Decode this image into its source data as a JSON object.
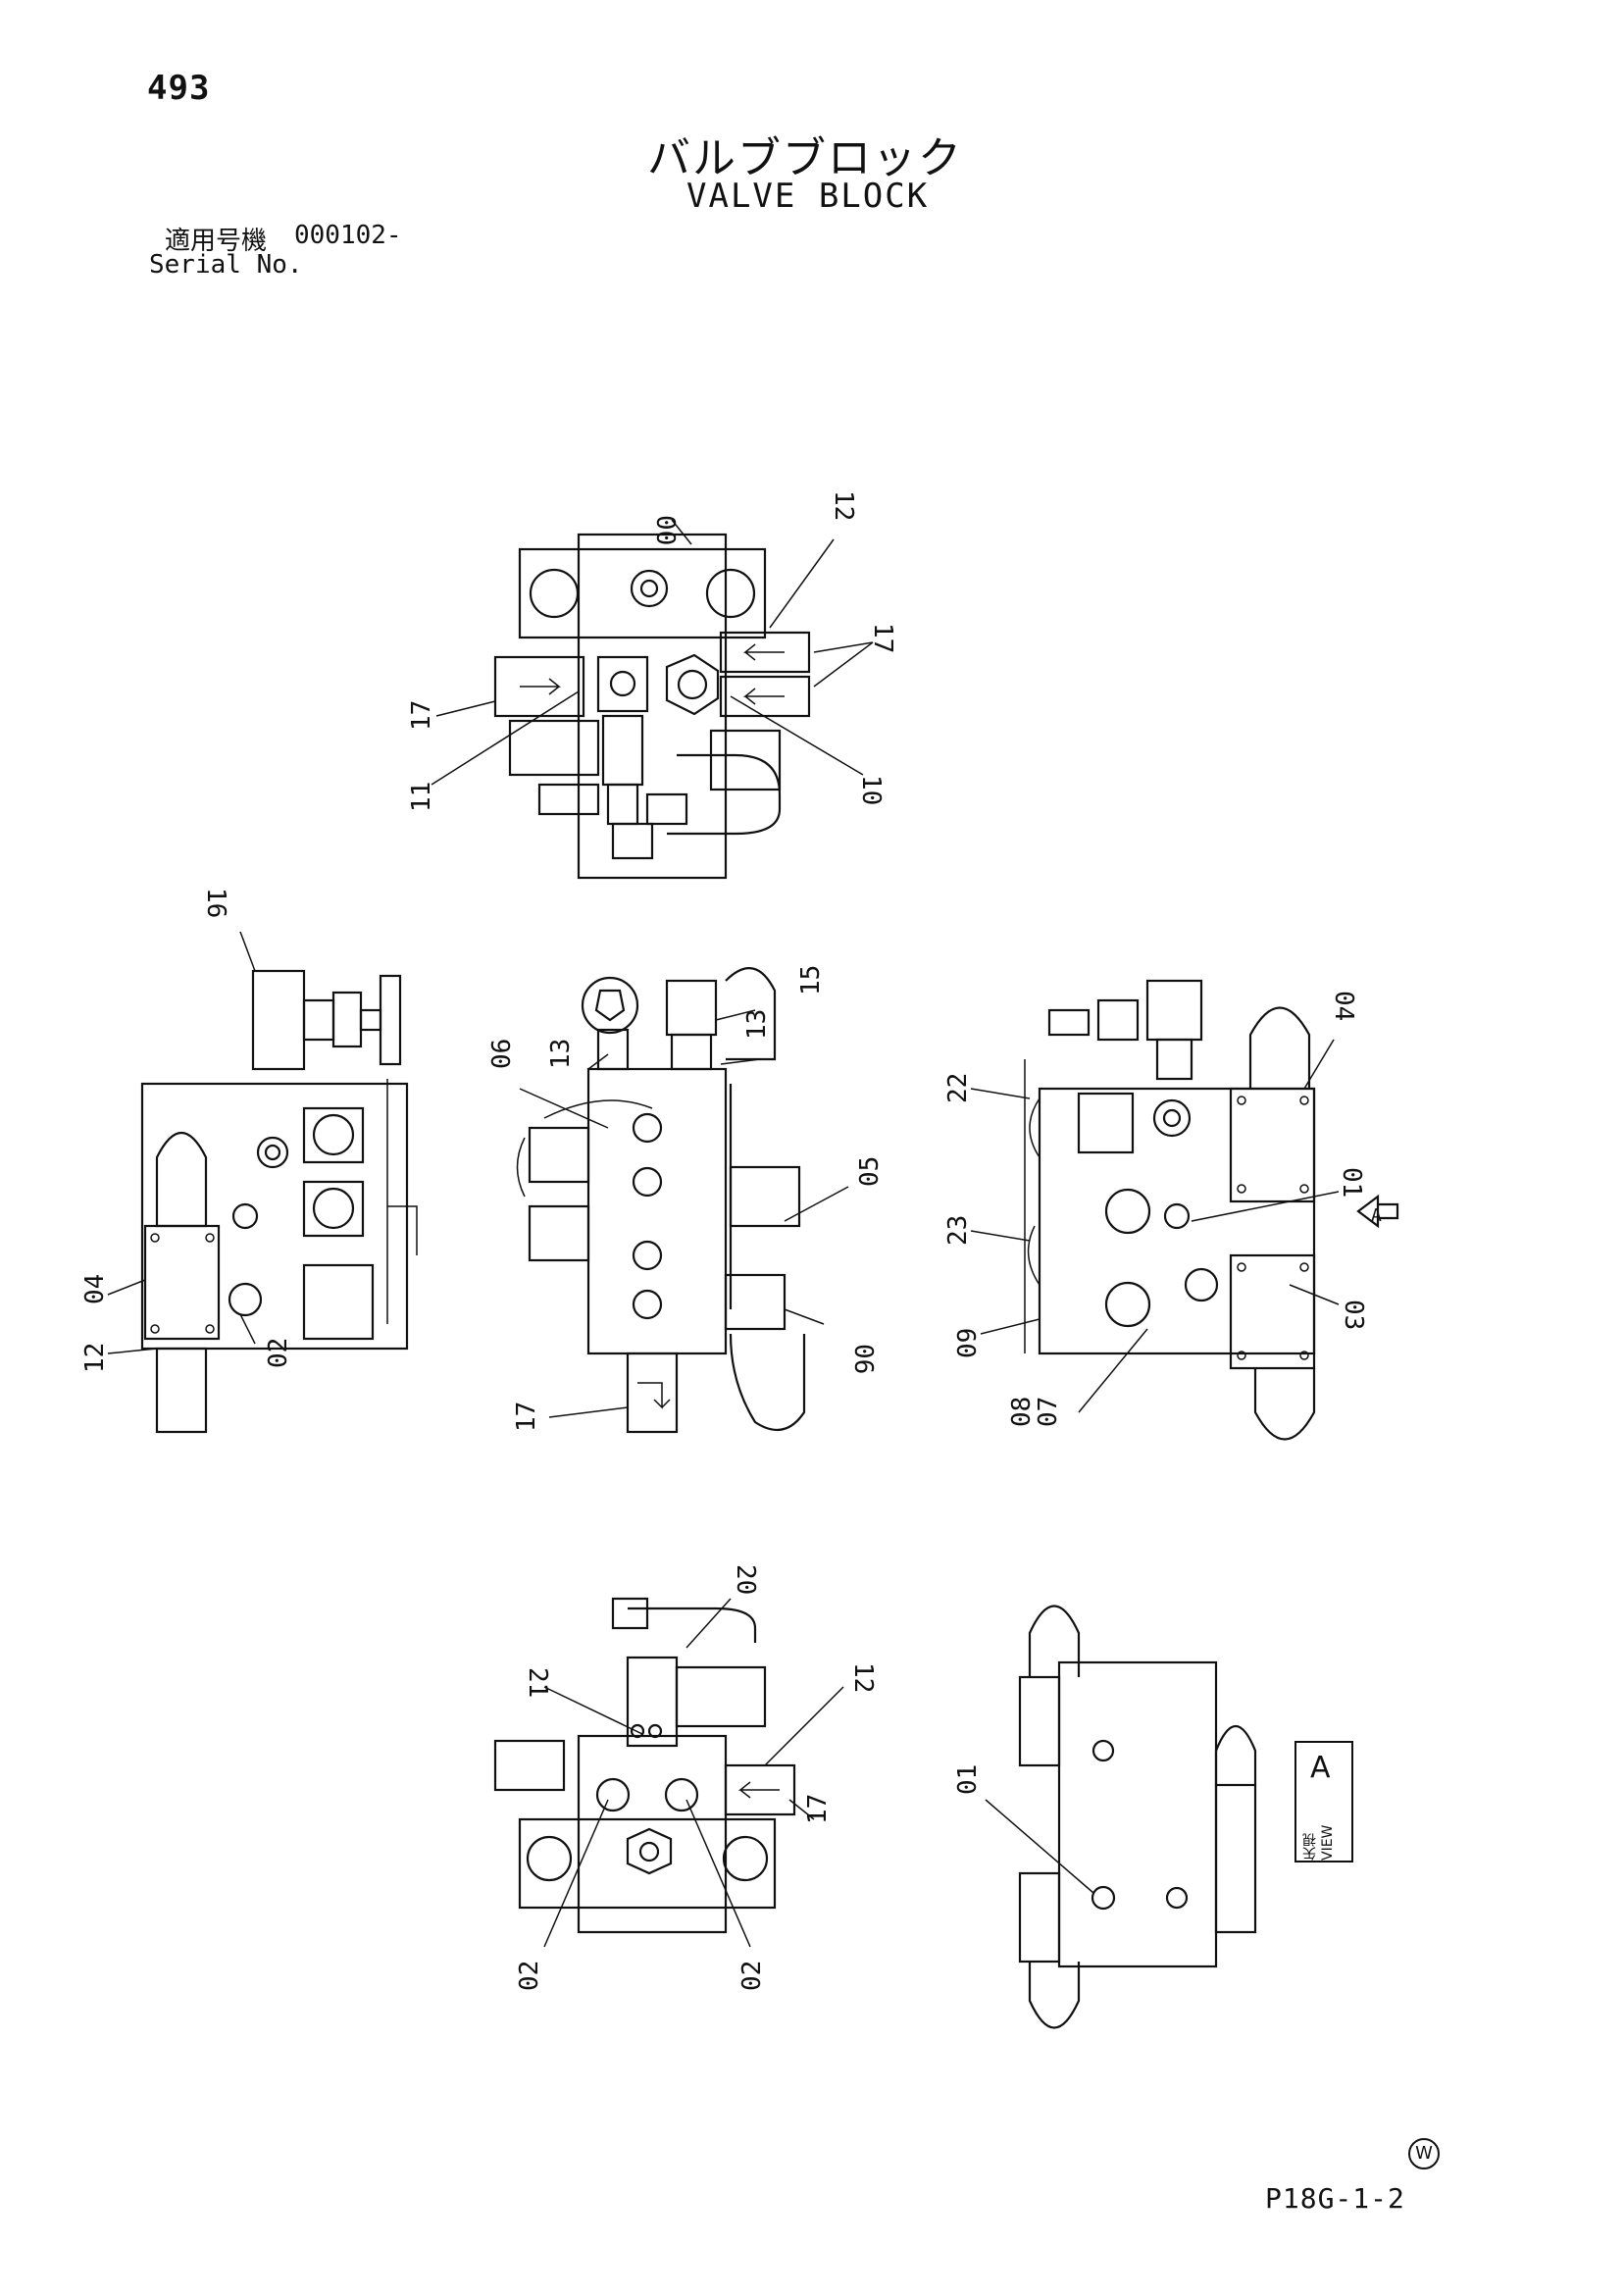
{
  "page_number": "493",
  "title_jp": "バルブブロック",
  "title_en": "VALVE BLOCK",
  "serial": {
    "label_jp": "適用号機",
    "value": "000102-",
    "label_en": "Serial No."
  },
  "view_marker": {
    "letter": "A",
    "text": "矢視 VIEW"
  },
  "doc_code": "P18G-1-2",
  "w_mark": "W",
  "callouts": {
    "top_view": [
      "00",
      "12",
      "17",
      "17",
      "11",
      "10"
    ],
    "left_view": [
      "16",
      "04",
      "12",
      "02"
    ],
    "center_view": [
      "06",
      "13",
      "13",
      "15",
      "05",
      "06",
      "17"
    ],
    "right_view": [
      "22",
      "04",
      "01",
      "23",
      "09",
      "03",
      "08",
      "07"
    ],
    "bottom_view": [
      "20",
      "21",
      "12",
      "17",
      "02",
      "02"
    ],
    "view_a": [
      "01"
    ]
  },
  "view_arrow_label": "A"
}
